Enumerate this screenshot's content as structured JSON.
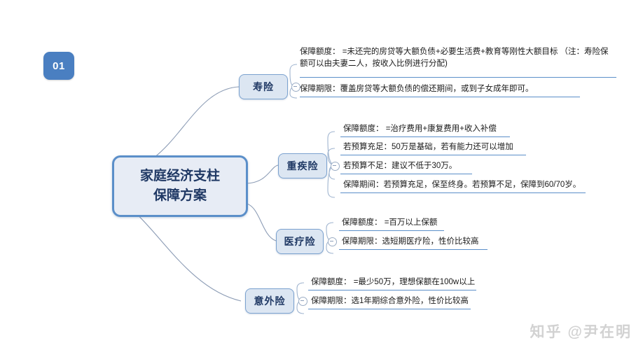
{
  "badge": {
    "label": "01"
  },
  "root": {
    "line1": "家庭经济支柱",
    "line2": "保障方案"
  },
  "branches": [
    {
      "label": "寿险",
      "details": [
        "保障额度： =未还完的房贷等大额负债+必要生活费+教育等刚性大额目标 （注：寿险保额可以由夫妻二人，按收入比例进行分配)",
        "保障期限：覆盖房贷等大额负债的偿还期间，或到子女成年即可。"
      ]
    },
    {
      "label": "重疾险",
      "details": [
        "保障额度： =治疗费用+康复费用+收入补偿",
        "若预算充足：50万是基础，若有能力还可以增加",
        "若预算不足：建议不低于30万。",
        "保障期间：若预算充足，保至终身。若预算不足，保障到60/70岁。"
      ]
    },
    {
      "label": "医疗险",
      "details": [
        "保障额度： =百万以上保额",
        "保障期限：选短期医疗险，性价比较高"
      ]
    },
    {
      "label": "意外险",
      "details": [
        "保障额度： =最少50万，理想保额在100w以上",
        "保障期限：选1年期综合意外险，性价比较高"
      ]
    }
  ],
  "watermark": {
    "site": "知乎",
    "handle": "@尹在明"
  },
  "colors": {
    "accent": "#5b8fc9",
    "badge_bg": "#4a7fc1",
    "root_fill": "#e7ecf5",
    "branch_fill": "#dce6f2",
    "node_text": "#1f3864",
    "link": "#8c9cb5",
    "watermark": "#d2d2d2"
  }
}
